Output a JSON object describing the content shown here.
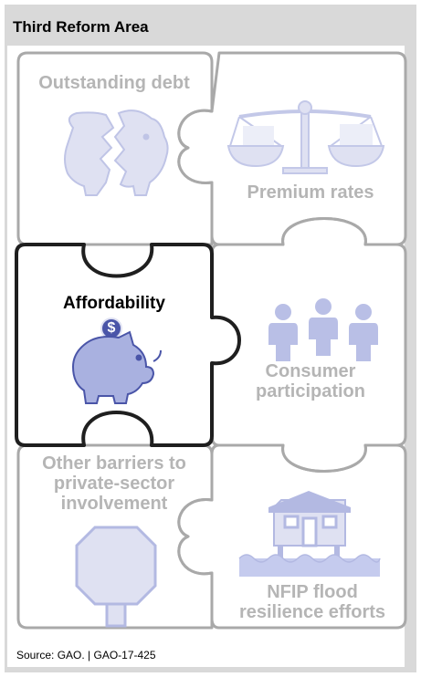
{
  "title": "Third Reform Area",
  "pieces": {
    "debt": "Outstanding debt",
    "premium": "Premium rates",
    "affordability": "Affordability",
    "consumer": "Consumer participation",
    "barriers": "Other barriers to private-sector involvement",
    "resilience": "NFIP flood resilience efforts"
  },
  "affordability_icon_symbol": "$",
  "source": "Source: GAO.  |  GAO-17-425",
  "colors": {
    "faded_outline": "#a9a9a9",
    "active_outline": "#1f1f1f",
    "icon_fill": "#dfe1f2",
    "active_icon_fill": "#a9b1e0",
    "icon_stroke": "#4a55a8"
  },
  "icons": [
    "broken-piggy-bank-icon",
    "balance-scale-icon",
    "piggy-bank-dollar-icon",
    "people-icon",
    "stop-sign-icon",
    "elevated-house-icon"
  ]
}
